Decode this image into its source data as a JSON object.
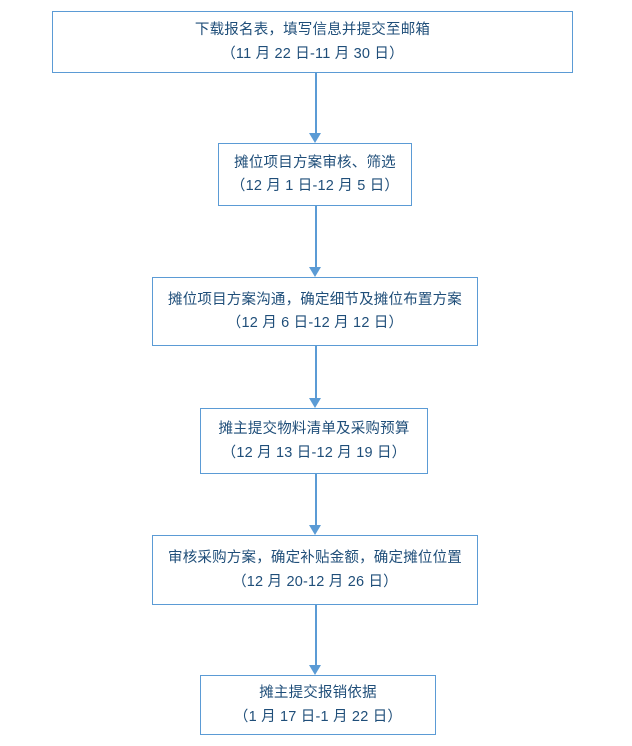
{
  "diagram": {
    "type": "flowchart",
    "orientation": "vertical",
    "colors": {
      "border": "#5B9BD5",
      "arrow": "#5B9BD5",
      "text": "#1F4E79",
      "background": "#FFFFFF"
    },
    "nodes": [
      {
        "id": "step-1",
        "title": "下载报名表，填写信息并提交至邮箱",
        "date": "（11 月 22 日-11 月 30 日）"
      },
      {
        "id": "step-2",
        "title": "摊位项目方案审核、筛选",
        "date": "（12 月 1 日-12 月 5 日）"
      },
      {
        "id": "step-3",
        "title": "摊位项目方案沟通，确定细节及摊位布置方案",
        "date": "（12 月 6 日-12 月 12 日）"
      },
      {
        "id": "step-4",
        "title": "摊主提交物料清单及采购预算",
        "date": "（12 月 13 日-12 月 19 日）"
      },
      {
        "id": "step-5",
        "title": "审核采购方案，确定补贴金额，确定摊位位置",
        "date": "（12 月 20-12 月 26 日）"
      },
      {
        "id": "step-6",
        "title": "摊主提交报销依据",
        "date": "（1 月 17 日-1 月 22 日）"
      }
    ],
    "connectors": [
      {
        "id": "arrow-1-2",
        "from": "step-1",
        "to": "step-2"
      },
      {
        "id": "arrow-2-3",
        "from": "step-2",
        "to": "step-3"
      },
      {
        "id": "arrow-3-4",
        "from": "step-3",
        "to": "step-4"
      },
      {
        "id": "arrow-4-5",
        "from": "step-4",
        "to": "step-5"
      },
      {
        "id": "arrow-5-6",
        "from": "step-5",
        "to": "step-6"
      }
    ]
  }
}
